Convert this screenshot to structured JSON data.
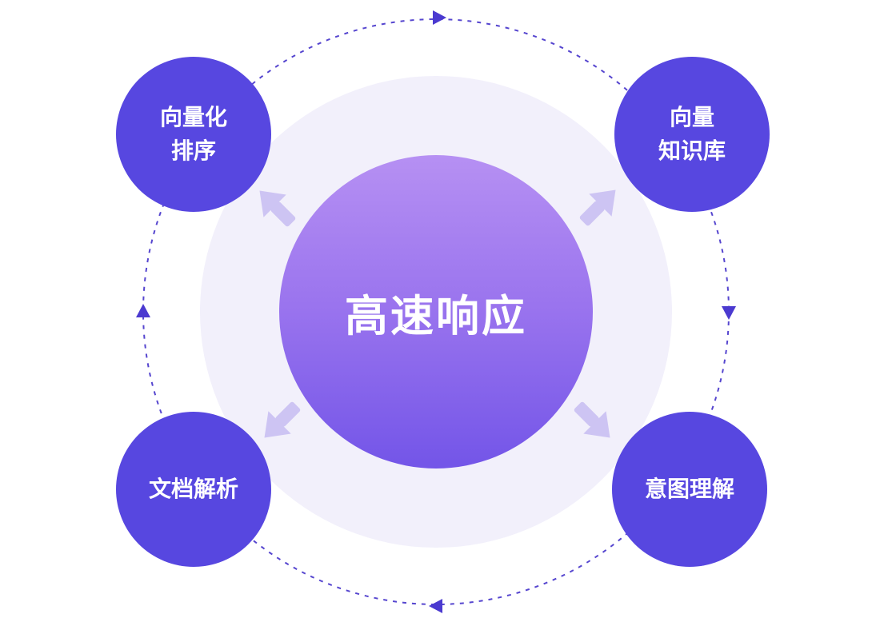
{
  "diagram": {
    "center": {
      "label": "高速响应"
    },
    "satellites": [
      {
        "name": "vectorize-sort",
        "lines": [
          "向量化",
          "排序"
        ]
      },
      {
        "name": "vector-knowledge-base",
        "lines": [
          "向量",
          "知识库"
        ]
      },
      {
        "name": "document-parsing",
        "lines": [
          "文档解析"
        ]
      },
      {
        "name": "intent-understanding",
        "lines": [
          "意图理解"
        ]
      }
    ],
    "colors": {
      "satellite_fill": "#5747e0",
      "center_gradient_top": "#b690f3",
      "center_gradient_bottom": "#7355e8",
      "halo_fill": "#f2f0fb",
      "orbit_stroke": "#5646cf",
      "orbit_arrow_fill": "#4b3ad0",
      "outward_arrow_fill": "#cdc4f3",
      "text_color": "#ffffff"
    }
  }
}
